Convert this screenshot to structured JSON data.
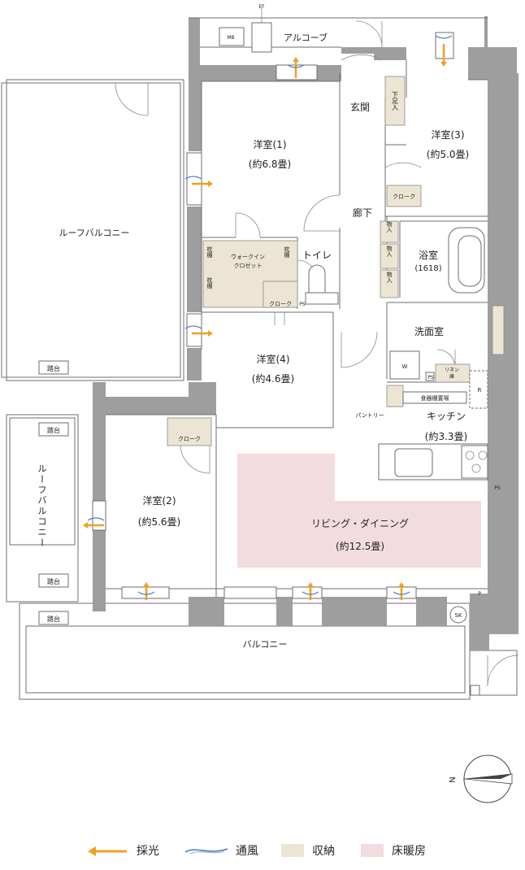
{
  "labels": {
    "ef": "EF",
    "mb": "MB",
    "alcove": "アルコーブ",
    "entrance": "玄関",
    "shoe": "下足入",
    "room1_name": "洋室(1)",
    "room1_size": "(約6.8畳)",
    "room3_name": "洋室(3)",
    "room3_size": "(約5.0畳)",
    "closet": "クローク",
    "corridor": "廊下",
    "storage": "物入",
    "bath": "浴室",
    "bath_size": "(1618)",
    "toilet": "トイレ",
    "wic_line1": "ウォークイン",
    "wic_line2": "クロゼット",
    "shelf": "枕棚",
    "ps": "PS",
    "washroom": "洗面室",
    "w": "W",
    "linen1": "リネン",
    "linen2": "庫",
    "dish_shelf": "食器棚置場",
    "r": "R",
    "pantry": "パントリー",
    "kitchen": "キッチン",
    "kitchen_size": "(約3.3畳)",
    "room4_name": "洋室(4)",
    "room4_size": "(約4.6畳)",
    "roof_balcony": "ルーフバルコニー",
    "roof_balcony_v": [
      "ル",
      "ー",
      "フ",
      "バ",
      "ル",
      "コ",
      "ニ",
      "ー"
    ],
    "step": "踏台",
    "room2_name": "洋室(2)",
    "room2_size": "(約5.6畳)",
    "living_name": "リビング・ダイニング",
    "living_size": "(約12.5畳)",
    "p": "P",
    "sk": "SK",
    "balcony": "バルコニー",
    "north": "N"
  },
  "legend": [
    {
      "key": "light",
      "label": "採光",
      "color": "#f0a020"
    },
    {
      "key": "wind",
      "label": "通風",
      "color": "#4a7fc0"
    },
    {
      "key": "storage",
      "label": "収納",
      "color": "#ece5d3"
    },
    {
      "key": "floor_heating",
      "label": "床暖房",
      "color": "#f2dcdf"
    }
  ],
  "colors": {
    "wall": "#9e9e9e",
    "storage": "#ece5d3",
    "floor_heating": "#f2dcdf",
    "light_arrow": "#f0a020",
    "wind": "#4a7fc0"
  }
}
